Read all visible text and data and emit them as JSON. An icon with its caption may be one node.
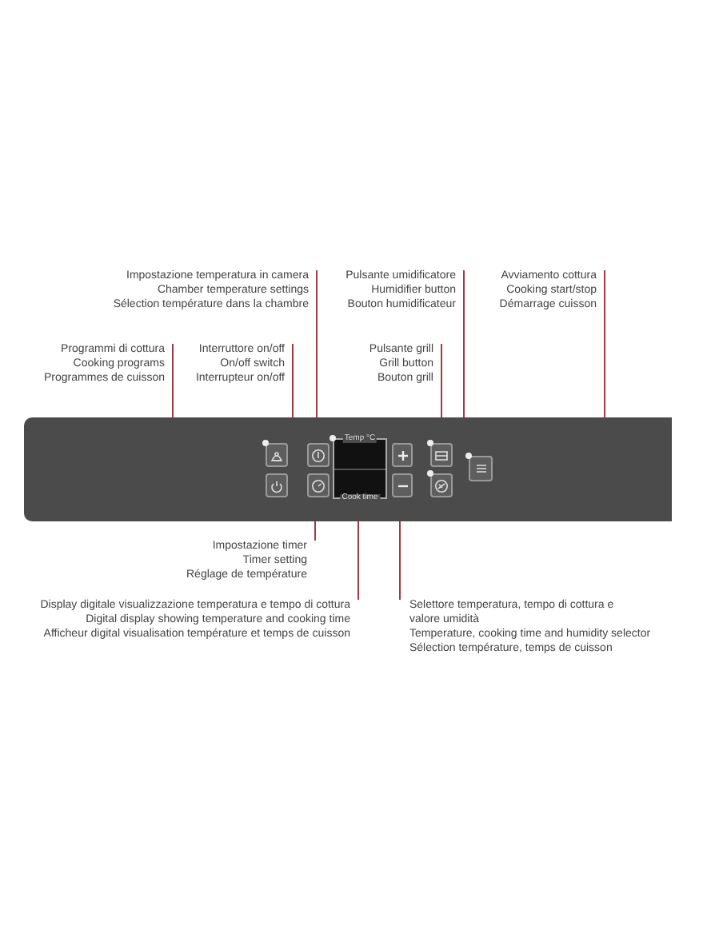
{
  "diagram": {
    "nodes": [
      {
        "text": [
          "Impostazione temperatura in camera",
          "Chamber temperature settings",
          "Sélection température dans la chambre"
        ]
      },
      {
        "text": [
          "Pulsante umidificatore",
          "Humidifier button",
          "Bouton humidificateur"
        ]
      },
      {
        "text": [
          "Avviamento cottura",
          "Cooking start/stop",
          "Démarrage cuisson"
        ]
      },
      {
        "text": [
          "Programmi di cottura",
          "Cooking programs",
          "Programmes de cuisson"
        ]
      },
      {
        "text": [
          "Interruttore on/off",
          "On/off switch",
          "Interrupteur on/off"
        ]
      },
      {
        "text": [
          "Pulsante grill",
          "Grill button",
          "Bouton grill"
        ]
      },
      {
        "text": [],
        "shape": "box"
      },
      {
        "text": [],
        "shape": "button",
        "in": 6
      },
      {
        "text": [],
        "shape": "button",
        "in": 6
      },
      {
        "text": [],
        "shape": "button",
        "in": 6
      },
      {
        "text": [],
        "shape": "button",
        "in": 6
      },
      {
        "text": [
          "Temp °C",
          "Cook time"
        ],
        "in": 6
      },
      {
        "text": [],
        "shape": "button",
        "in": 6
      },
      {
        "text": [],
        "shape": "button",
        "in": 6
      },
      {
        "text": [],
        "shape": "button",
        "in": 6
      },
      {
        "text": [],
        "shape": "button",
        "in": 6
      },
      {
        "text": [],
        "shape": "button",
        "in": 6
      },
      {
        "text": [
          "Impostazione timer",
          "Timer setting",
          "Réglage de température"
        ]
      },
      {
        "text": [
          "Display digitale visualizzazione temperatura e tempo di cottura",
          "Digital display showing temperature and cooking time",
          "Afficheur digital visualisation température et temps de cuisson"
        ]
      },
      {
        "text": [
          "Selettore temperatura, tempo di cottura e valore umidità",
          "Temperature, cooking time and humidity selector",
          "Sélection température, temps de cuisson"
        ]
      }
    ],
    "edges": [
      {
        "from": 3,
        "to": 7,
        "arrow": "none"
      },
      {
        "from": 4,
        "to": 8,
        "arrow": "none"
      },
      {
        "from": 0,
        "to": 9,
        "arrow": "none"
      },
      {
        "from": 5,
        "to": 14,
        "arrow": "none"
      },
      {
        "from": 1,
        "to": 15,
        "arrow": "none"
      },
      {
        "from": 2,
        "to": 16,
        "arrow": "none"
      },
      {
        "from": 17,
        "to": 10,
        "arrow": "none"
      },
      {
        "from": 18,
        "to": 11,
        "arrow": "none"
      },
      {
        "from": 19,
        "to": 13,
        "arrow": "none"
      }
    ]
  }
}
